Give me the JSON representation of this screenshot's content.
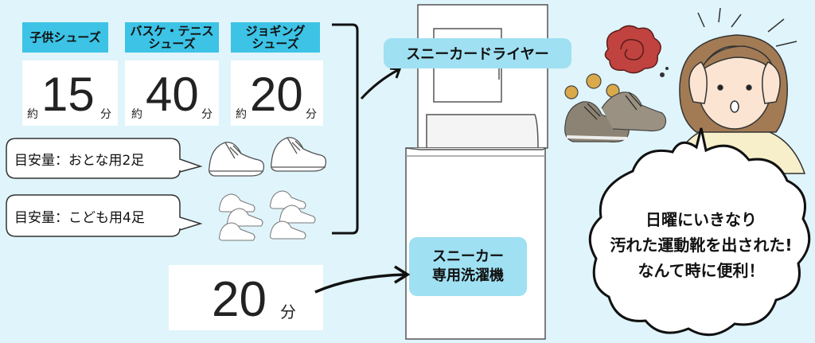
{
  "headers": [
    {
      "label": "子供シューズ"
    },
    {
      "label": "バスケ・テニス\nシューズ"
    },
    {
      "label": "ジョギング\nシューズ"
    }
  ],
  "times": [
    {
      "prefix": "約",
      "value": "15",
      "unit": "分"
    },
    {
      "prefix": "約",
      "value": "40",
      "unit": "分"
    },
    {
      "prefix": "約",
      "value": "20",
      "unit": "分"
    }
  ],
  "guides": [
    {
      "text": "目安量：おとな用2足"
    },
    {
      "text": "目安量：こども用4足"
    }
  ],
  "washer_time": {
    "value": "20",
    "unit": "分"
  },
  "dryer_label": "スニーカードライヤー",
  "washer_label": "スニーカー\n専用洗濯機",
  "bubble_text": "日曜にいきなり\n汚れた運動靴を出された!\nなんて時に便利！",
  "colors": {
    "background": "#dff4fb",
    "header": "#3cc3e6",
    "pill": "#9fe0f2"
  }
}
